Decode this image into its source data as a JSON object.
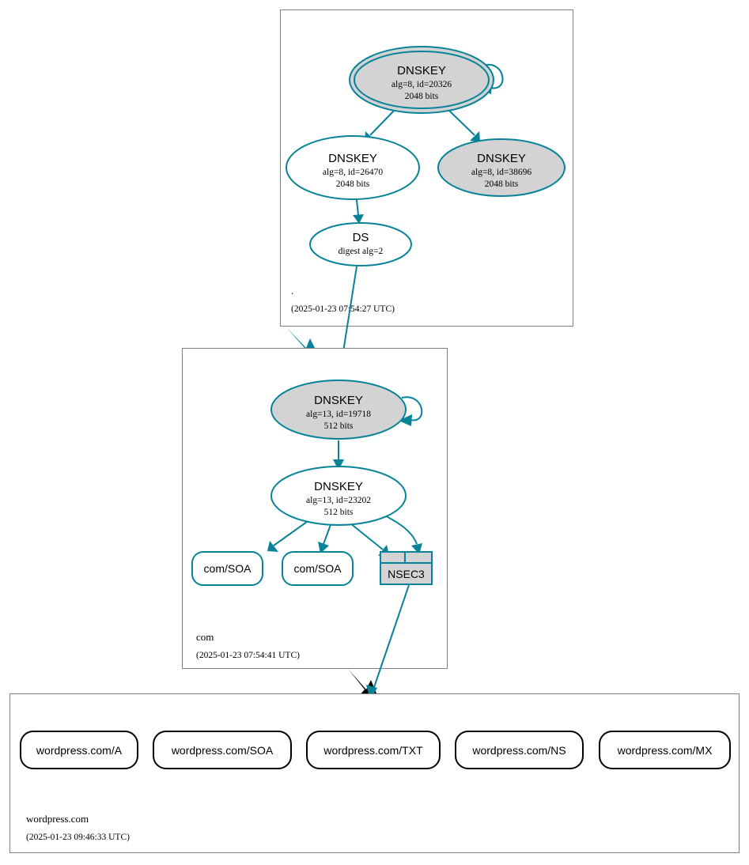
{
  "diagram": {
    "type": "dnssec-authentication-chain",
    "colors": {
      "secure": "#068398",
      "insecure": "#000000",
      "shaded_fill": "#d3d3d3",
      "zone_border": "#808080",
      "background": "#ffffff"
    }
  },
  "zones": [
    {
      "id": "root",
      "name": ".",
      "timestamp": "(2025-01-23 07:54:27 UTC)",
      "nodes": [
        {
          "id": "ksk-20326",
          "kind": "DNSKEY",
          "title": "DNSKEY",
          "line2": "alg=8, id=20326",
          "line3": "2048 bits",
          "shaded": true,
          "double_outline": true,
          "self_signed": true
        },
        {
          "id": "zsk-26470",
          "kind": "DNSKEY",
          "title": "DNSKEY",
          "line2": "alg=8, id=26470",
          "line3": "2048 bits",
          "shaded": false,
          "double_outline": false,
          "self_signed": false
        },
        {
          "id": "zsk-38696",
          "kind": "DNSKEY",
          "title": "DNSKEY",
          "line2": "alg=8, id=38696",
          "line3": "2048 bits",
          "shaded": true,
          "double_outline": false,
          "self_signed": false
        },
        {
          "id": "ds-com",
          "kind": "DS",
          "title": "DS",
          "line2": "digest alg=2",
          "line3": "",
          "shaded": false,
          "double_outline": false,
          "self_signed": false
        }
      ]
    },
    {
      "id": "com",
      "name": "com",
      "timestamp": "(2025-01-23 07:54:41 UTC)",
      "nodes": [
        {
          "id": "ksk-19718",
          "kind": "DNSKEY",
          "title": "DNSKEY",
          "line2": "alg=13, id=19718",
          "line3": "512 bits",
          "shaded": true,
          "double_outline": false,
          "self_signed": true
        },
        {
          "id": "zsk-23202",
          "kind": "DNSKEY",
          "title": "DNSKEY",
          "line2": "alg=13, id=23202",
          "line3": "512 bits",
          "shaded": false,
          "double_outline": false,
          "self_signed": false
        },
        {
          "id": "com-soa-1",
          "kind": "RRset",
          "title": "com/SOA"
        },
        {
          "id": "com-soa-2",
          "kind": "RRset",
          "title": "com/SOA"
        },
        {
          "id": "nsec3",
          "kind": "NSEC3",
          "title": "NSEC3"
        }
      ]
    },
    {
      "id": "wordpress",
      "name": "wordpress.com",
      "timestamp": "(2025-01-23 09:46:33 UTC)",
      "nodes": [
        {
          "id": "wp-a",
          "kind": "RRset",
          "title": "wordpress.com/A"
        },
        {
          "id": "wp-soa",
          "kind": "RRset",
          "title": "wordpress.com/SOA"
        },
        {
          "id": "wp-txt",
          "kind": "RRset",
          "title": "wordpress.com/TXT"
        },
        {
          "id": "wp-ns",
          "kind": "RRset",
          "title": "wordpress.com/NS"
        },
        {
          "id": "wp-mx",
          "kind": "RRset",
          "title": "wordpress.com/MX"
        }
      ]
    }
  ],
  "delegations": [
    {
      "from": "root",
      "to": "com",
      "status": "secure"
    },
    {
      "from": "com",
      "to": "wordpress.com",
      "status": "insecure"
    }
  ]
}
